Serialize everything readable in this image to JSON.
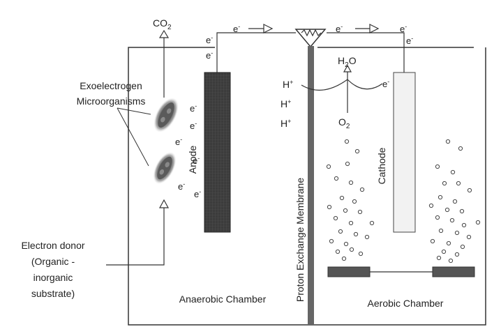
{
  "labels": {
    "co2": "CO",
    "co2_sub": "2",
    "h2o_h": "H",
    "h2o_sub": "2",
    "h2o_o": "O",
    "o2": "O",
    "o2_sub": "2",
    "electron": "e",
    "electron_sup": "-",
    "proton": "H",
    "proton_sup": "+",
    "exoelectrogen_line1": "Exoelectrogen",
    "exoelectrogen_line2": "Microorganisms",
    "electron_donor_line1": "Electron donor",
    "electron_donor_line2": "(Organic -",
    "electron_donor_line3": "inorganic",
    "electron_donor_line4": "substrate)",
    "anode": "Anode",
    "cathode": "Cathode",
    "membrane": "Proton Exchange Membrane",
    "anaerobic_chamber": "Anaerobic Chamber",
    "aerobic_chamber": "Aerobic Chamber"
  },
  "colors": {
    "line": "#333333",
    "anode_fill": "#3c3c3c",
    "membrane_fill": "#666666",
    "cathode_fill": "#f2f2f2",
    "plate_fill": "#555555",
    "bacteria_fill": "#5a5a5a"
  }
}
